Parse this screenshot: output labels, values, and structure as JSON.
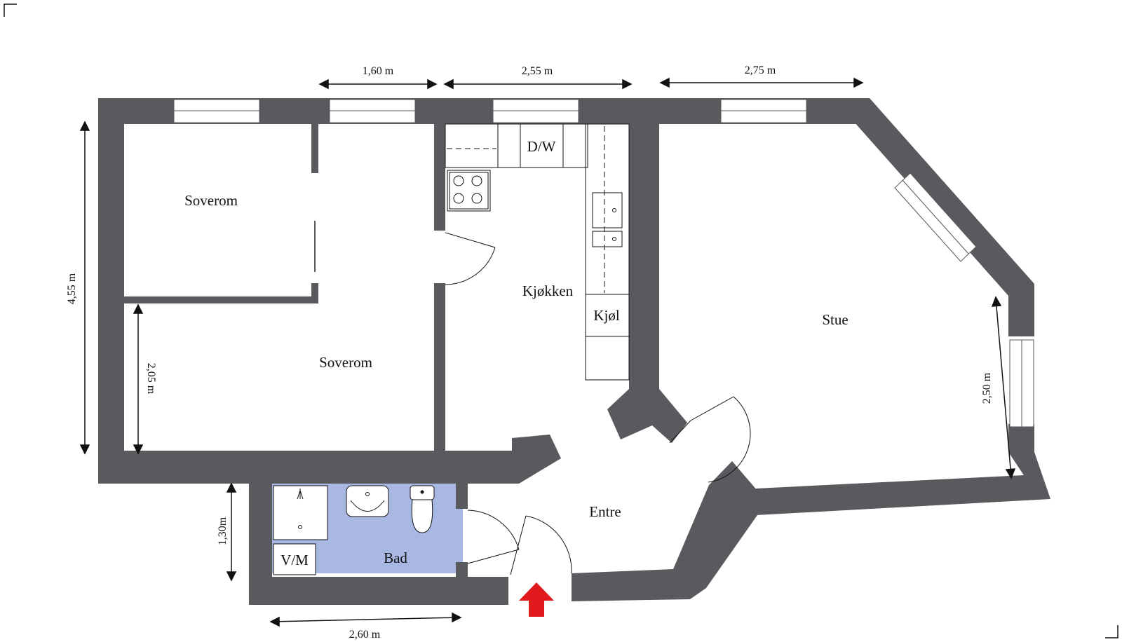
{
  "colors": {
    "wall": "#595a5e",
    "bathroom_floor": "#a9b8e3",
    "entrance_arrow": "#e0191d",
    "line": "#111111",
    "background": "#ffffff"
  },
  "rooms": {
    "bedroom_upper": "Soverom",
    "bedroom_lower": "Soverom",
    "kitchen": "Kjøkken",
    "living_room": "Stue",
    "entrance": "Entre",
    "bathroom": "Bad"
  },
  "appliances": {
    "dishwasher": "D/W",
    "fridge": "Kjøl",
    "washing_machine": "V/M"
  },
  "dimensions": {
    "bedroom_width": "1,60 m",
    "kitchen_width": "2,55 m",
    "living_width": "2,75 m",
    "total_depth": "4,55 m",
    "bedroom_depth": "2,05 m",
    "living_window_side": "2,50 m",
    "bathroom_depth": "1,30m",
    "bathroom_width": "2,60 m"
  },
  "icons": [
    "entrance-arrow-icon",
    "corner-mark-icon"
  ]
}
